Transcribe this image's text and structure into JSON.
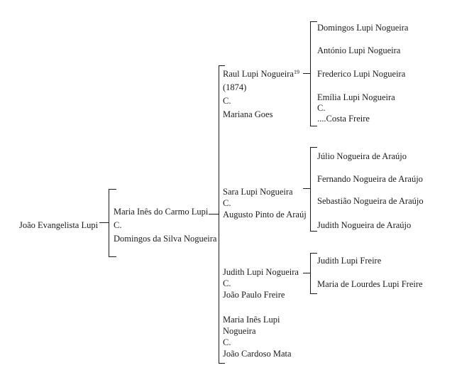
{
  "meta": {
    "background_color": "#ffffff",
    "ink_color": "#1b1b1b",
    "diagram_type": "family-tree"
  },
  "tree": {
    "root": "João Evangelista Lupi",
    "gen1": {
      "wife": "Maria Inês do Carmo Lupi",
      "c": "C.",
      "husband": "Domingos da Silva Nogueira"
    },
    "gen2": {
      "raul": {
        "name": "Raul Lupi Nogueira",
        "footnote": "19",
        "birth": "(1874)",
        "c": "C.",
        "spouse": "Mariana Goes"
      },
      "sara": {
        "name": "Sara Lupi Nogueira",
        "c": "C.",
        "spouse": "Augusto Pinto de Araúj"
      },
      "judith": {
        "name": "Judith Lupi Nogueira",
        "c": "C.",
        "spouse": "João Paulo Freire"
      },
      "maria_ines": {
        "name_line1": "Maria Inês Lupi",
        "name_line2": "Nogueira",
        "c": "C.",
        "spouse": "João Cardoso Mata"
      }
    },
    "gen3": {
      "raul_children": {
        "c1": "Domingos Lupi Nogueira",
        "c2": "António Lupi Nogueira",
        "c3": "Frederico Lupi Nogueira",
        "c4": "Emília Lupi Nogueira",
        "c4_c": "C.",
        "c4_spouse": "....Costa Freire"
      },
      "sara_children": {
        "c1": "Júlio Nogueira de Araújo",
        "c2": "Fernando Nogueira de Araújo",
        "c3": "Sebastião Nogueira de Araújo",
        "c4": "Judith Nogueira de Araújo"
      },
      "judith_children": {
        "c1": "Judith Lupi Freire",
        "c2": "Maria de Lourdes Lupi Freire"
      }
    }
  }
}
